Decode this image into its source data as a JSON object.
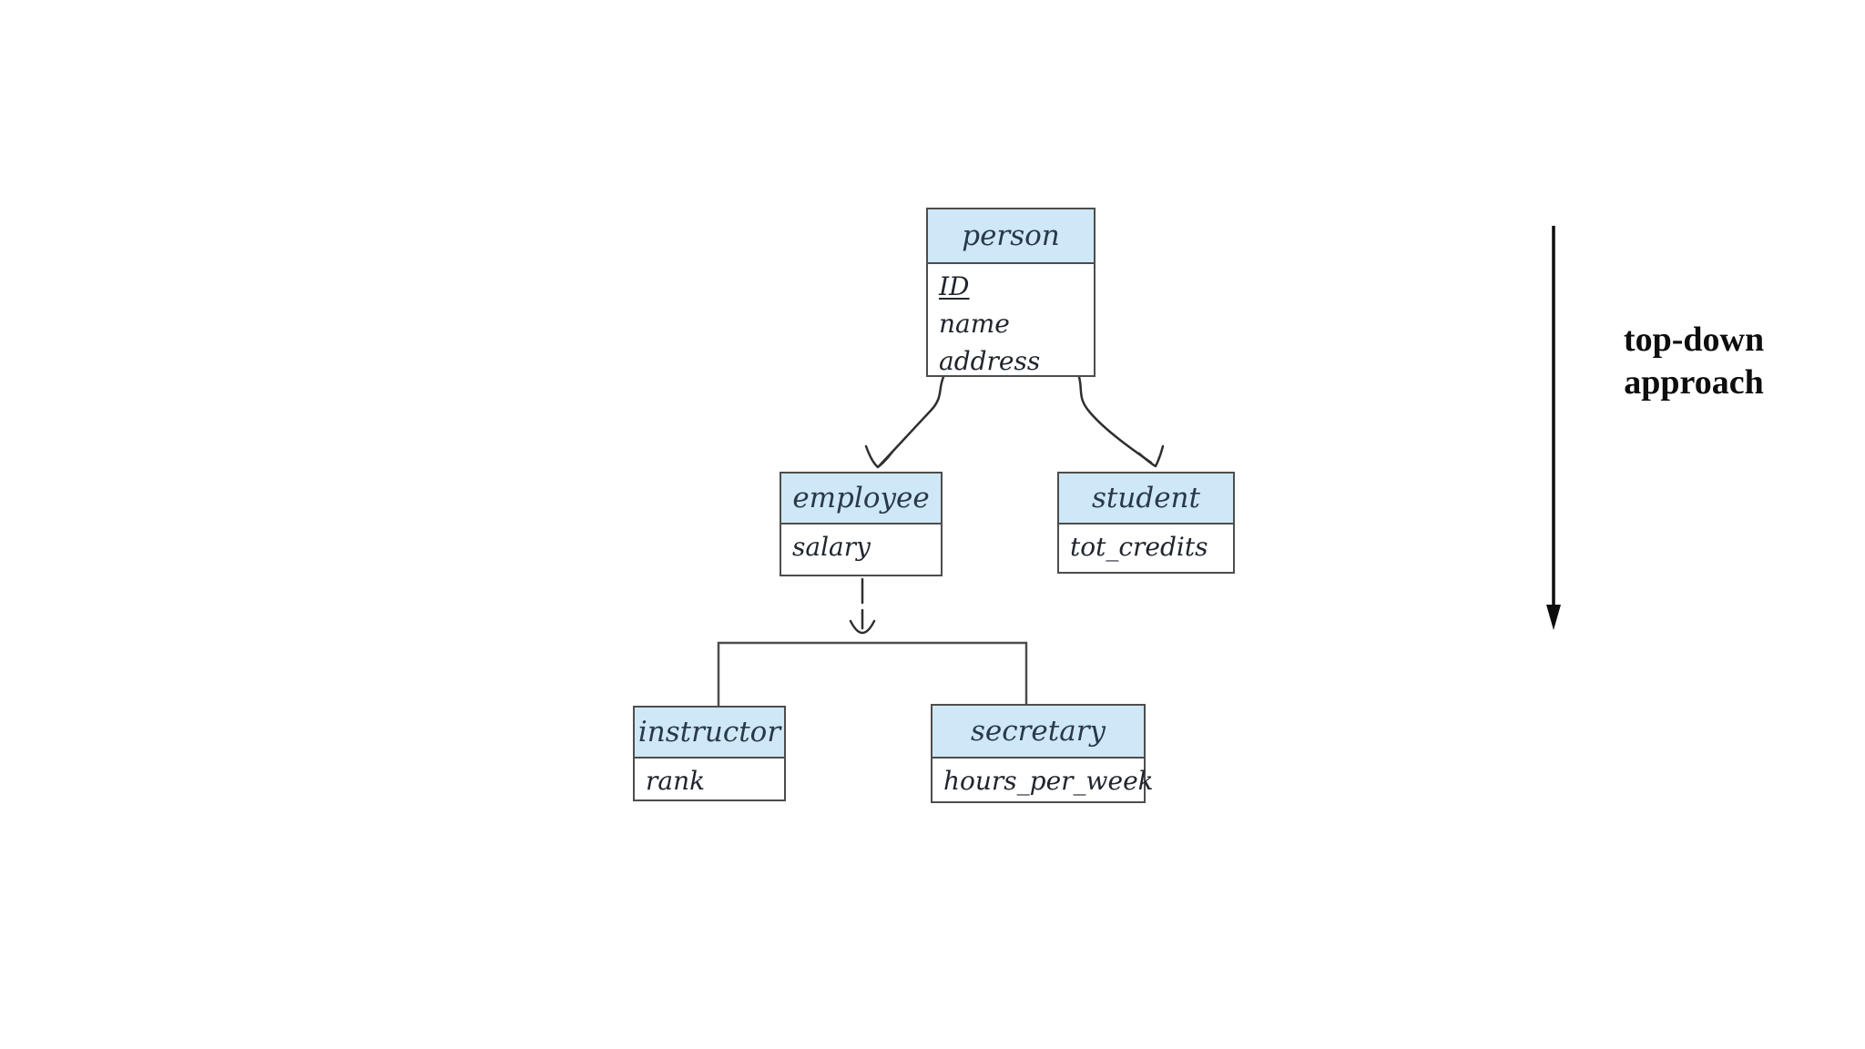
{
  "colors": {
    "page_bg": "#ffffff",
    "header_fill": "#cfe8f7",
    "box_border": "#4d4d4d",
    "entity_name_text": "#29384a",
    "attribute_text": "#20262e",
    "connector": "#2f2f2f",
    "annotation_text": "#0d0d0d"
  },
  "entities": {
    "person": {
      "name": "person",
      "attrs": [
        "ID",
        "name",
        "address"
      ],
      "key_attr": "ID"
    },
    "employee": {
      "name": "employee",
      "attrs": [
        "salary"
      ]
    },
    "student": {
      "name": "student",
      "attrs": [
        "tot_credits"
      ]
    },
    "instructor": {
      "name": "instructor",
      "attrs": [
        "rank"
      ]
    },
    "secretary": {
      "name": "secretary",
      "attrs": [
        "hours_per_week"
      ]
    }
  },
  "hierarchy": [
    {
      "parent": "person",
      "child": "employee"
    },
    {
      "parent": "person",
      "child": "student"
    },
    {
      "parent": "employee",
      "child": "instructor"
    },
    {
      "parent": "employee",
      "child": "secretary"
    }
  ],
  "annotation": {
    "line1": "top-down",
    "line2": "approach"
  }
}
